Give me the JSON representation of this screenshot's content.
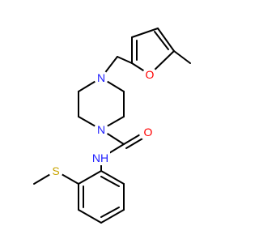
{
  "colors": {
    "bond": "#000000",
    "carbon": "#000000",
    "nitrogen": "#2020ff",
    "oxygen": "#ff0000",
    "sulfur": "#c8a400"
  },
  "atoms": {
    "furan_o": "O",
    "piperazine_n_top": "N",
    "piperazine_n_bottom": "N",
    "carbonyl_o": "O",
    "amide_nh": "NH",
    "thioether_s": "S"
  }
}
